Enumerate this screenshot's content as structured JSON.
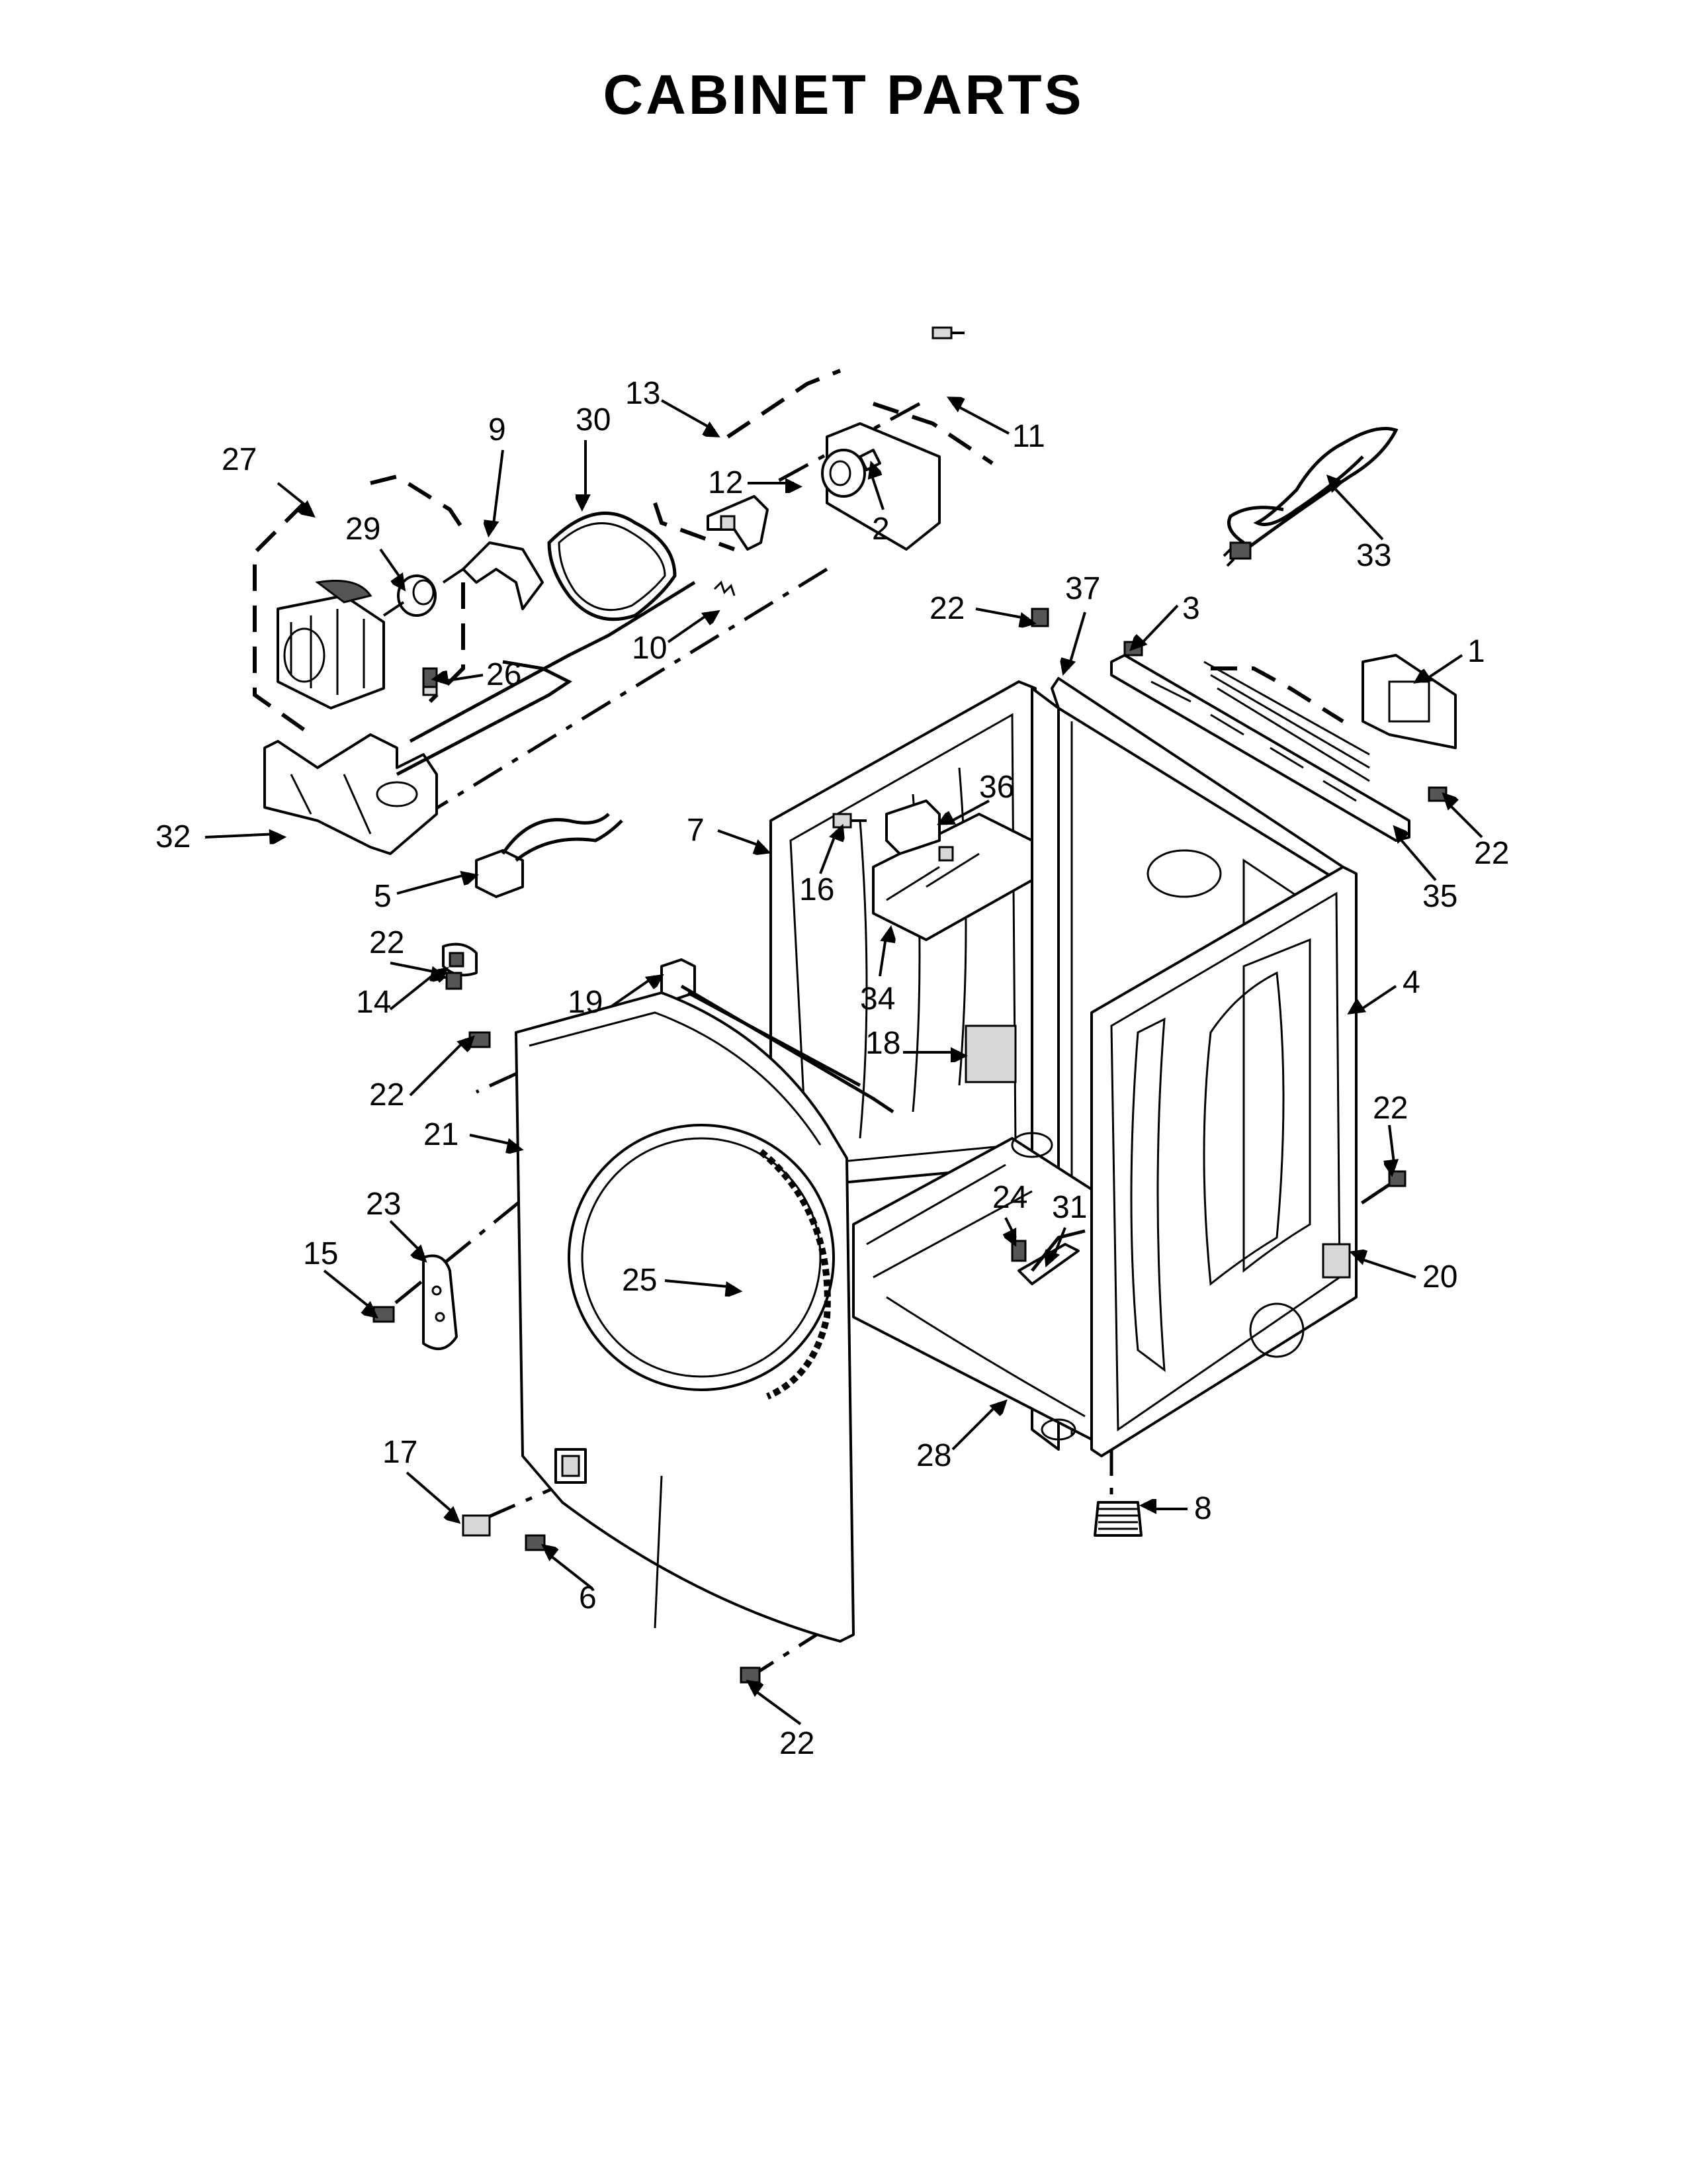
{
  "title": "CABINET PARTS",
  "part_numbers": [
    "1",
    "2",
    "3",
    "4",
    "5",
    "6",
    "7",
    "8",
    "9",
    "10",
    "11",
    "12",
    "13",
    "14",
    "15",
    "16",
    "17",
    "18",
    "19",
    "20",
    "21",
    "22",
    "23",
    "24",
    "25",
    "26",
    "27",
    "28",
    "29",
    "30",
    "31",
    "32",
    "33",
    "34",
    "35",
    "36",
    "37"
  ],
  "callouts": [
    {
      "id": "c27",
      "text": "27"
    },
    {
      "id": "c9",
      "text": "9"
    },
    {
      "id": "c30",
      "text": "30"
    },
    {
      "id": "c13",
      "text": "13"
    },
    {
      "id": "c11",
      "text": "11"
    },
    {
      "id": "c12",
      "text": "12"
    },
    {
      "id": "c2",
      "text": "2"
    },
    {
      "id": "c29",
      "text": "29"
    },
    {
      "id": "c10",
      "text": "10"
    },
    {
      "id": "c33",
      "text": "33"
    },
    {
      "id": "c22a",
      "text": "22"
    },
    {
      "id": "c37",
      "text": "37"
    },
    {
      "id": "c3",
      "text": "3"
    },
    {
      "id": "c1",
      "text": "1"
    },
    {
      "id": "c26",
      "text": "26"
    },
    {
      "id": "c36",
      "text": "36"
    },
    {
      "id": "c32",
      "text": "32"
    },
    {
      "id": "c7",
      "text": "7"
    },
    {
      "id": "c16",
      "text": "16"
    },
    {
      "id": "c22b",
      "text": "22"
    },
    {
      "id": "c35",
      "text": "35"
    },
    {
      "id": "c5",
      "text": "5"
    },
    {
      "id": "c22c",
      "text": "22"
    },
    {
      "id": "c34",
      "text": "34"
    },
    {
      "id": "c4",
      "text": "4"
    },
    {
      "id": "c14",
      "text": "14"
    },
    {
      "id": "c19",
      "text": "19"
    },
    {
      "id": "c18",
      "text": "18"
    },
    {
      "id": "c22d",
      "text": "22"
    },
    {
      "id": "c22e",
      "text": "22"
    },
    {
      "id": "c21",
      "text": "21"
    },
    {
      "id": "c24",
      "text": "24"
    },
    {
      "id": "c31",
      "text": "31"
    },
    {
      "id": "c23",
      "text": "23"
    },
    {
      "id": "c20",
      "text": "20"
    },
    {
      "id": "c15",
      "text": "15"
    },
    {
      "id": "c25",
      "text": "25"
    },
    {
      "id": "c28",
      "text": "28"
    },
    {
      "id": "c17",
      "text": "17"
    },
    {
      "id": "c8",
      "text": "8"
    },
    {
      "id": "c6",
      "text": "6"
    },
    {
      "id": "c22f",
      "text": "22"
    }
  ]
}
